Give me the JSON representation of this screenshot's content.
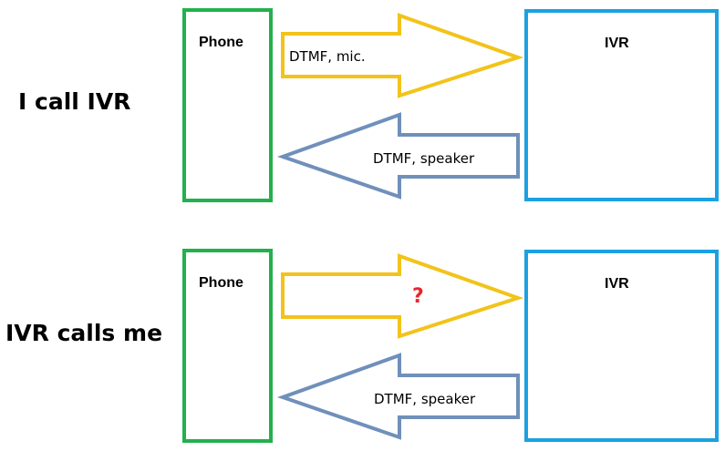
{
  "colors": {
    "phone_border": "#22b14c",
    "ivr_border": "#1ba1e2",
    "outgoing_arrow": "#f2c31a",
    "incoming_arrow": "#6f90ba",
    "question_mark": "#e8262d"
  },
  "scenarios": [
    {
      "title": "I call IVR",
      "phone_label": "Phone",
      "ivr_label": "IVR",
      "outgoing_label": "DTMF, mic.",
      "incoming_label": "DTMF, speaker"
    },
    {
      "title": "IVR calls me",
      "phone_label": "Phone",
      "ivr_label": "IVR",
      "outgoing_label": "?",
      "incoming_label": "DTMF, speaker"
    }
  ]
}
